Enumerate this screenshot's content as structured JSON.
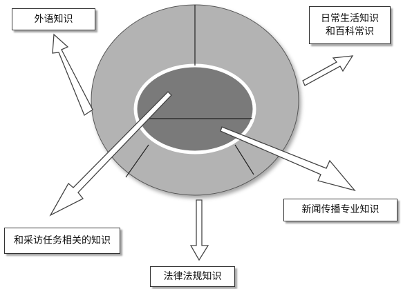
{
  "labels": {
    "foreign_language": "外语知识",
    "daily_life_line1": "日常生活知识",
    "daily_life_line2": "和百科常识",
    "news_communication": "新闻传播专业知识",
    "interview_related": "和采访任务相关的知识",
    "law": "法律法规知识"
  },
  "colors": {
    "outer_ring": "#b3b3b3",
    "inner_circle": "#7a7a7a",
    "inner_border": "#ffffff",
    "arrow_fill": "#ffffff",
    "arrow_stroke": "#444444"
  }
}
